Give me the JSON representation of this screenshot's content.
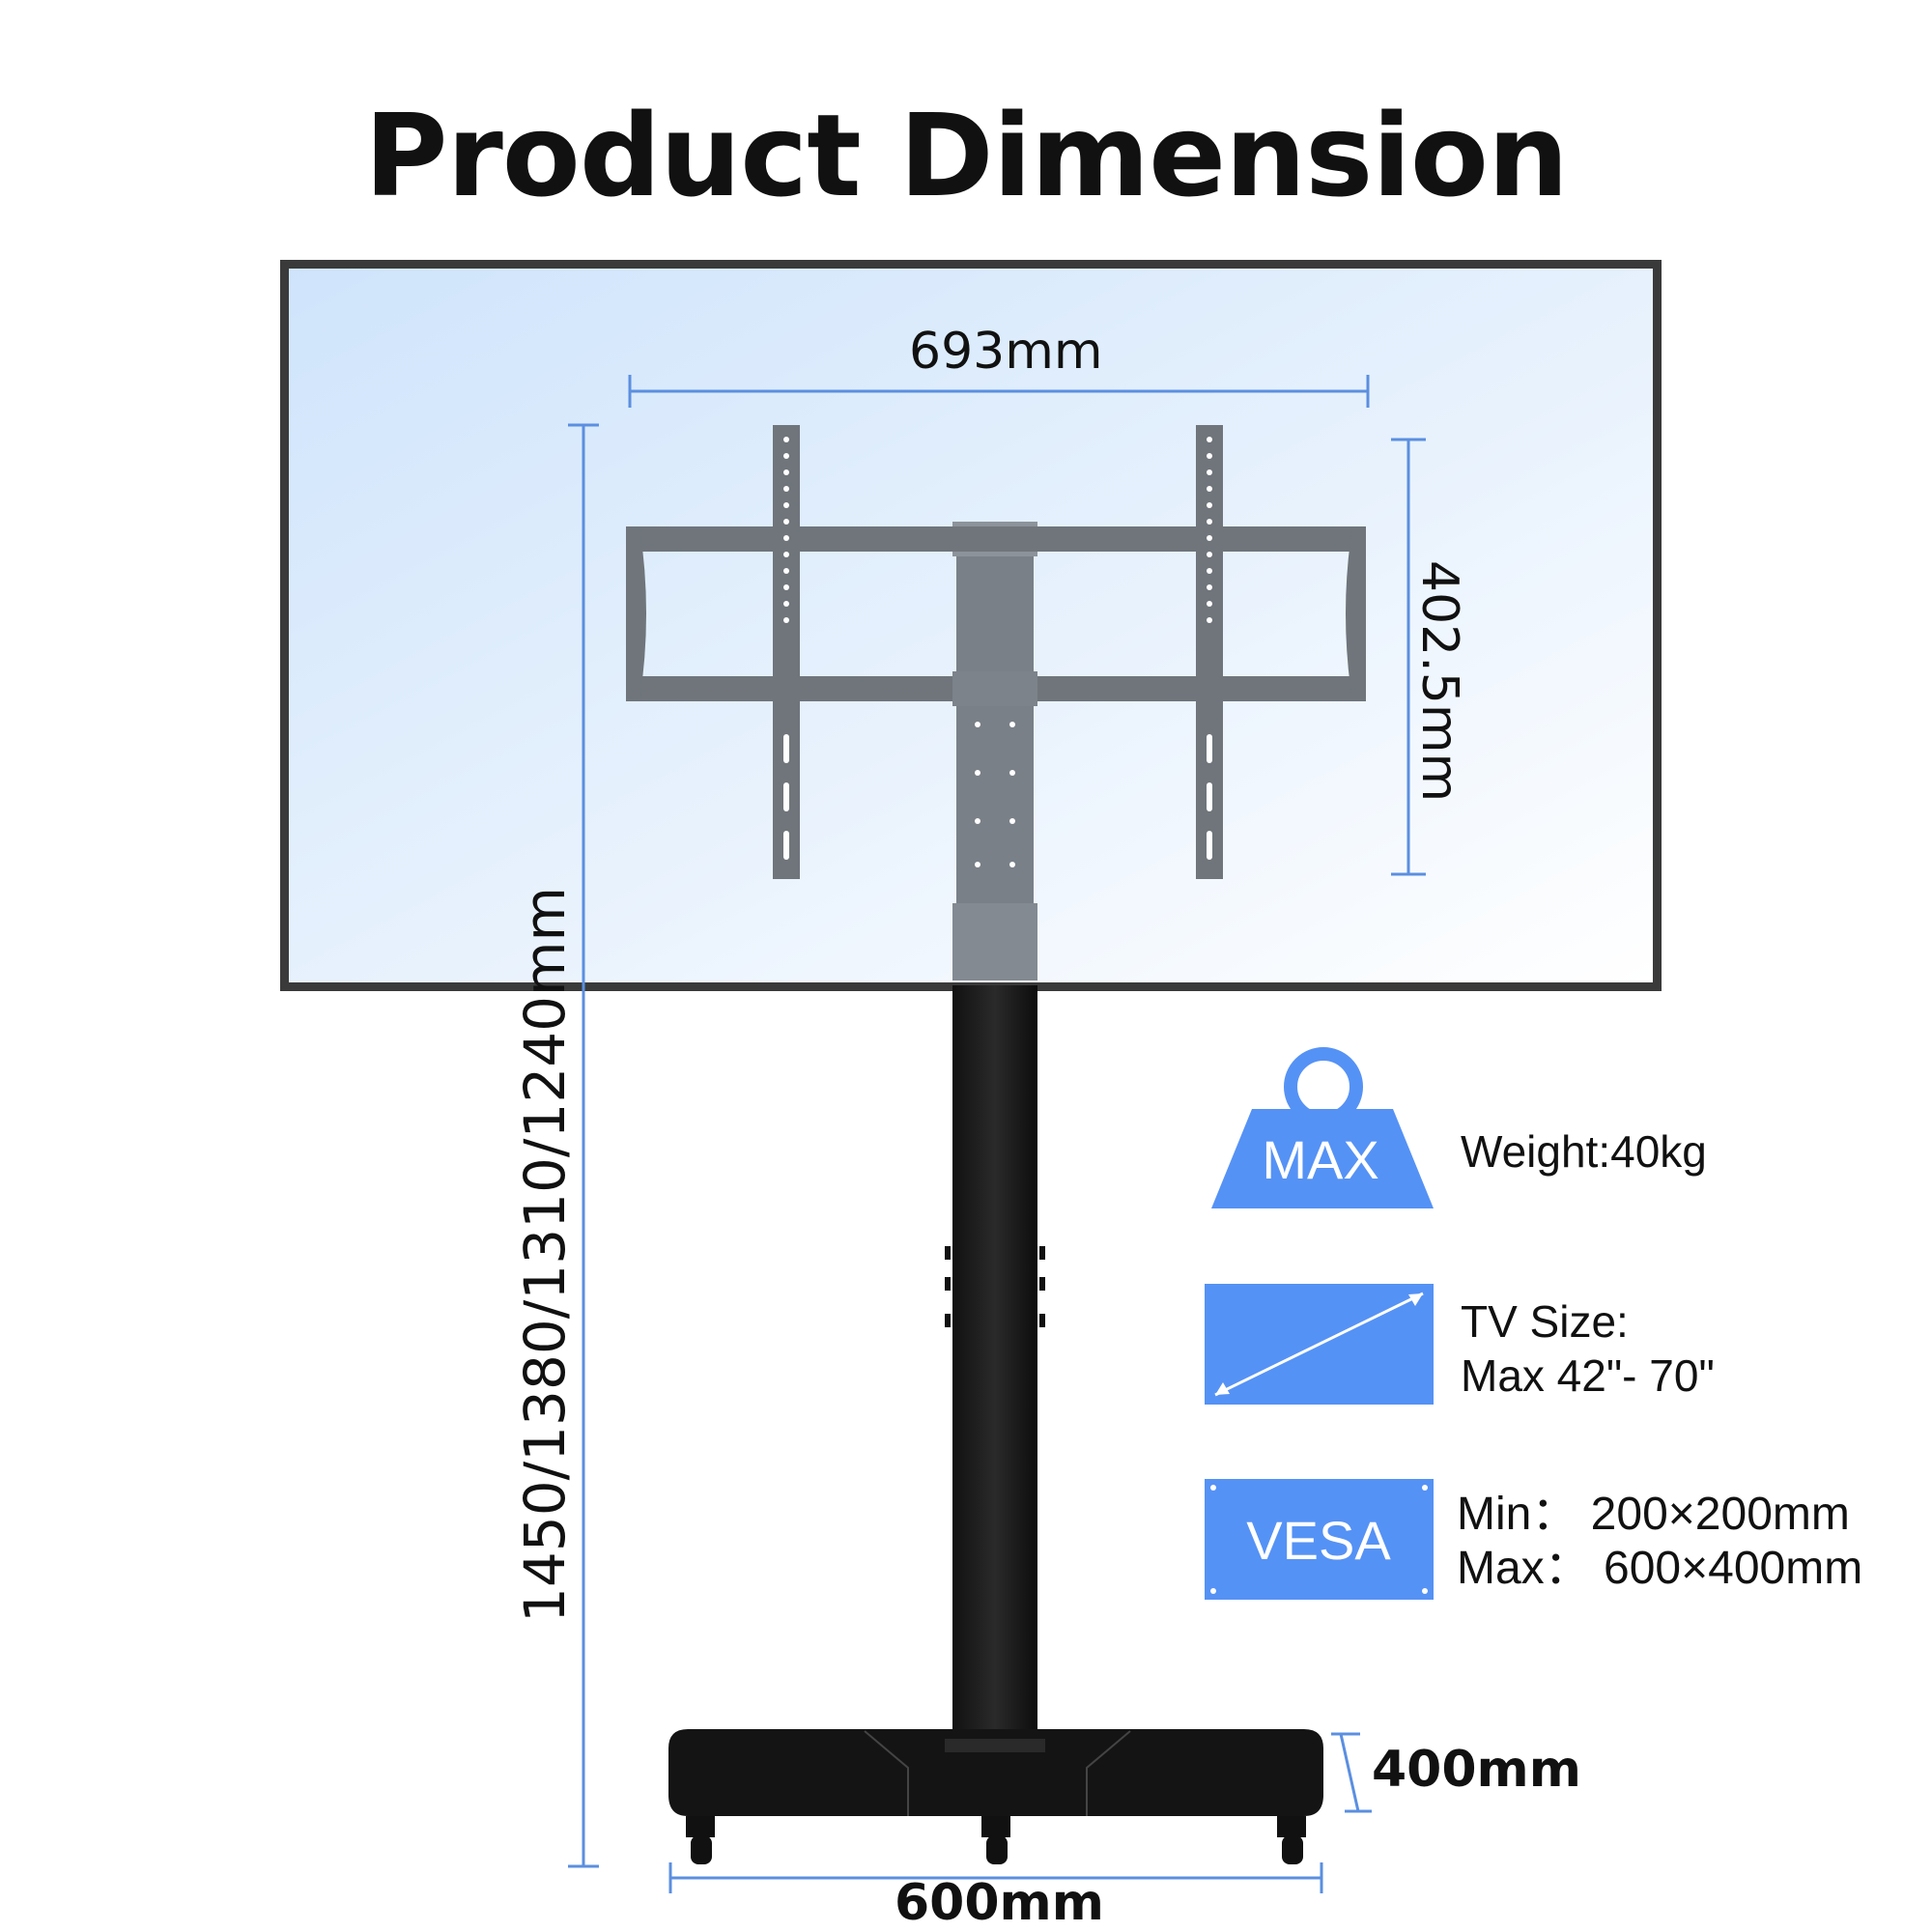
{
  "title": "Product Dimension",
  "dimensions": {
    "mount_width": "693mm",
    "mount_height": "402.5mm",
    "overall_height": "1450/1380/1310/1240mm",
    "base_depth": "400mm",
    "base_width": "600mm"
  },
  "specs": {
    "weight_icon_label": "MAX",
    "weight": "Weight:40kg",
    "tv_size_line1": "TV Size:",
    "tv_size_line2": "Max 42\"- 70\"",
    "vesa_icon_label": "VESA",
    "vesa_min": "Min： 200×200mm",
    "vesa_max": "Max： 600×400mm"
  },
  "colors": {
    "accent_blue": "#5592f5",
    "dimension_line": "#5b8fe0",
    "mount_gray": "#6f757b",
    "stand_black": "#1a1a1a"
  },
  "icons": {
    "weight": "weight-max-icon",
    "tv_size": "tv-diagonal-icon",
    "vesa": "vesa-plate-icon"
  }
}
